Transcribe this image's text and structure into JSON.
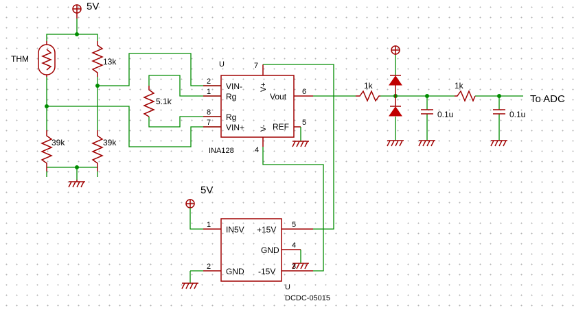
{
  "power": {
    "top_5v": "5V",
    "dcdc_5v": "5V"
  },
  "bridge": {
    "thermistor": "THM",
    "r_top_right": "13k",
    "r_bottom_left": "39k",
    "r_bottom_right": "39k",
    "r_gain": "5.1k"
  },
  "ina128": {
    "ref": "U",
    "name": "INA128",
    "pins": {
      "vin_minus": "VIN-",
      "rg1": "Rg",
      "rg2": "Rg",
      "vin_plus": "VIN+",
      "vout": "Vout",
      "ref": "REF",
      "vplus": "V+",
      "vminus": "V-"
    },
    "pin_numbers": {
      "p2": "2",
      "p1": "1",
      "p8": "8",
      "p7": "7",
      "p6": "6",
      "p5": "5",
      "p7top": "7",
      "p4": "4"
    }
  },
  "filter": {
    "r1": "1k",
    "r2": "1k",
    "c1": "0.1u",
    "c2": "0.1u",
    "output": "To ADC"
  },
  "dcdc": {
    "ref": "U",
    "name": "DCDC-05015",
    "pins": {
      "in5v": "IN5V",
      "gnd_in": "GND",
      "p15v": "+15V",
      "gnd_out": "GND",
      "m15v": "-15V"
    },
    "pin_numbers": {
      "p1": "1",
      "p2": "2",
      "p5": "5",
      "p4": "4",
      "p3": "3"
    }
  }
}
